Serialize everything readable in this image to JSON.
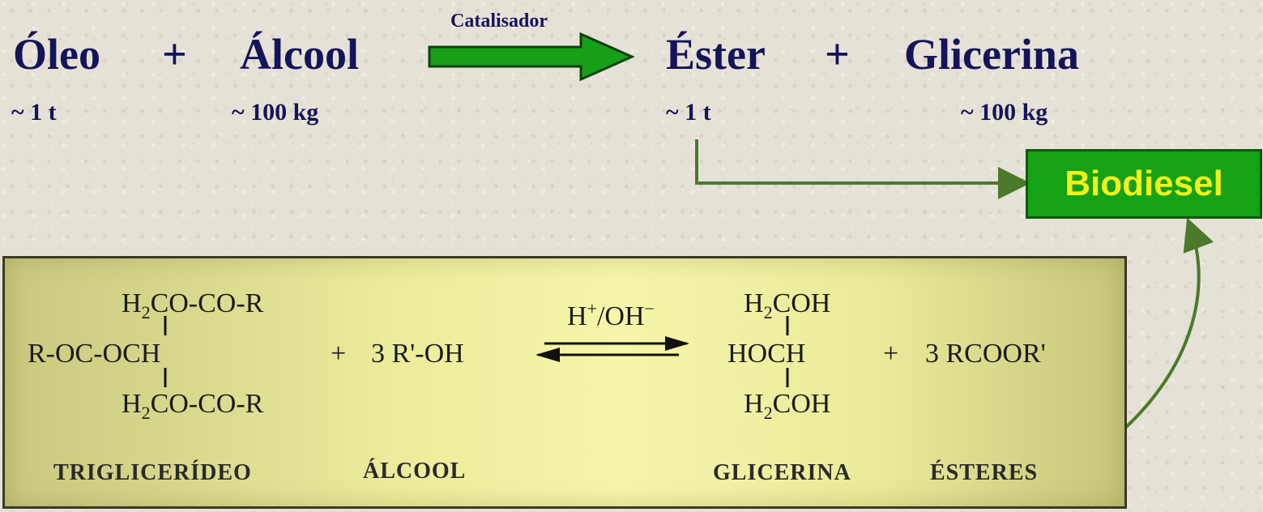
{
  "equation": {
    "reactant1": "Óleo",
    "plus1": "+",
    "reactant2": "Álcool",
    "arrow_label": "Catalisador",
    "product1": "Éster",
    "plus2": "+",
    "product2": "Glicerina"
  },
  "quantities": {
    "oleo": "~ 1 t",
    "alcool": "~ 100 kg",
    "ester": "~ 1 t",
    "glicerina": "~ 100 kg"
  },
  "biodiesel_label": "Biodiesel",
  "reaction": {
    "triglyceride": {
      "top": {
        "pre": "H",
        "sub": "2",
        "post": "CO-CO-R"
      },
      "middle": "R-OC-OCH",
      "bottom": {
        "pre": "H",
        "sub": "2",
        "post": "CO-CO-R"
      }
    },
    "plus_a": "+",
    "alcohol_formula": "3 R'-OH",
    "catalyst": {
      "h": "H",
      "h_sup": "+",
      "slash_oh": "/OH",
      "oh_sup": "−"
    },
    "glycerol": {
      "top": {
        "pre": "H",
        "sub": "2",
        "post": "COH"
      },
      "middle": "HOCH",
      "bottom": {
        "pre": "H",
        "sub": "2",
        "post": "COH"
      }
    },
    "plus_b": "+",
    "esters_formula": "3 RCOOR'",
    "labels": {
      "triglyceride": "TRIGLICERÍDEO",
      "alcohol": "ÁLCOOL",
      "glycerol": "GLICERINA",
      "esters": "ÉSTERES"
    }
  },
  "colors": {
    "text_navy": "#14145a",
    "arrow_green": "#17a017",
    "biodiesel_bg": "#15a214",
    "biodiesel_text": "#f2f21a",
    "connector_green": "#4a7a2a"
  }
}
